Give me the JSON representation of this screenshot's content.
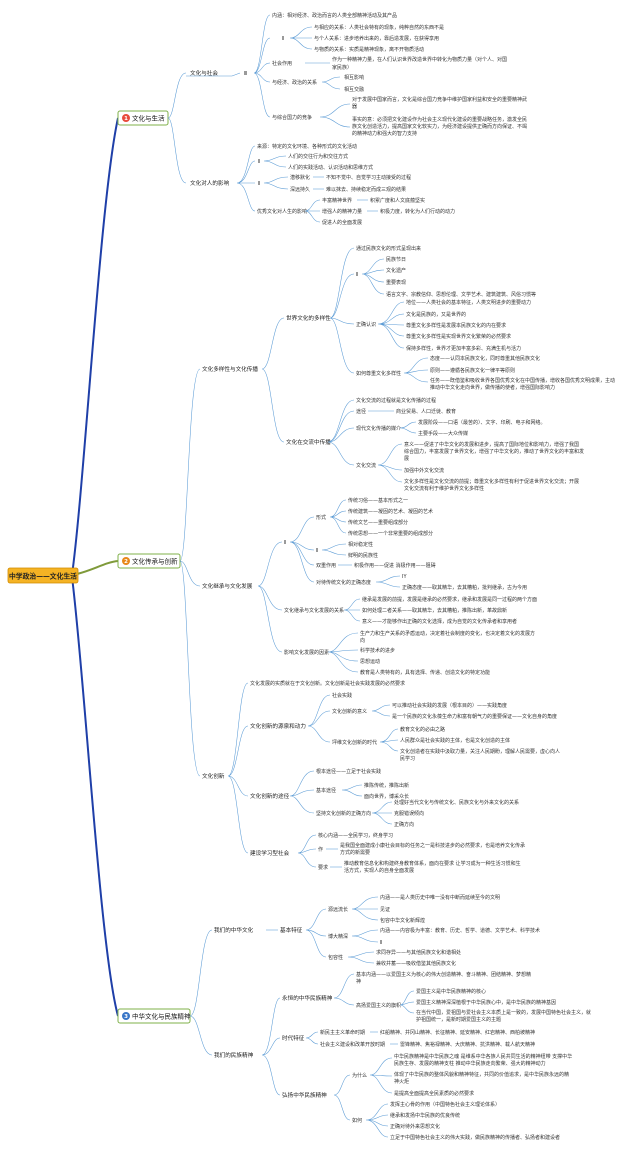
{
  "colors": {
    "root_bg": "#f5b324",
    "root_border": "#d08a00",
    "sec_border": "#7fb04a",
    "sec1_line": "#1f3fa8",
    "sec2_line": "#7f9a3a",
    "sec3_line": "#1f3fa8",
    "num1": "#e84c3d",
    "num2": "#e8891a",
    "num3": "#3a76c8",
    "branch": "#5b9bd5"
  },
  "root": {
    "label": "中学政治——文化生活"
  },
  "s1": {
    "num": "1",
    "label": "文化与生活",
    "a": {
      "label": "文化与社会",
      "b": {
        "label": "Ⅲ",
        "n1": "内涵：相对经济、政治而言的人类全部精神活动及其产品",
        "n2": {
          "label": "Ⅱ",
          "c1": "与相应的关系：人类社会特有的现象，纯粹自然的东西不是",
          "c2": "与个人关系：进步培养出来的，靠后造发展，在获得享用",
          "c3": "与物质的关系：实质是精神现象，离不开物质活动"
        },
        "n3": {
          "label": "社会作用",
          "c1": "作为一种精神力量，在人们认识世界改造世界中转化为物质力量（对个人、对国",
          "c1b": "家民族）"
        },
        "n4": {
          "label": "与经济、政治的关系",
          "c1": "相互影响",
          "c2": "相互交融"
        },
        "n5": {
          "label": "与综合国力的竞争",
          "c1": "对于发展中国家而言，文化是综合国力竞争中维护国家利益和安全的重要精神武",
          "c1b": "器",
          "c2": "事实的意：必须把文化建设作为社会主义现代化建设的重要战略任务，激发全民",
          "c2b": "族文化创造活力，提高国家文化软实力，为经济建设提供正确而方向保证、不竭",
          "c2c": "的精神动力和强大的智力支持"
        }
      }
    },
    "b": {
      "label": "文化对人的影响",
      "n1": "来源：特定的文化环境、各种形式的文化活动",
      "n2": {
        "label": "Ⅱ",
        "c1": "人们的交往行为和交往方式",
        "c2": "人们的实践活动、认识活动和思维方式"
      },
      "n3": {
        "label": "Ⅱ",
        "c1a": "潜移默化",
        "c1b": "不知不觉中、自觉学习主动接受的过程",
        "c2a": "深远持久",
        "c2b": "难以抹去、持续稳定而成三观的结果"
      },
      "n4": {
        "label": "优秀文化对人生的影响",
        "c1a": "丰富精神世界",
        "c1b": "积累广度和人文底蕴坚实",
        "c2a": "增强人的精神力量",
        "c2b": "积极力度，转化为人们行动的动力",
        "c3": "促进人的全面发展"
      }
    }
  },
  "s2": {
    "num": "2",
    "label": "文化传承与创新",
    "a": {
      "label": "文化多样性与文化传播",
      "b1": {
        "label": "世界文化的多样性",
        "n1": "通过民族文化的形式呈现出来",
        "n2": {
          "label": "Ⅱ",
          "c1": "民族节日",
          "c2": "文化遗产",
          "c3": "重要表现",
          "c4": "语言文字、宗教信仰、思想伦理、文学艺术、建筑建筑、风俗习惯等"
        },
        "n3": {
          "label": "正确认识",
          "c1": "地位——人类社会的基本特征，人类文明进步的重要动力",
          "c2": "文化是民族的，又是世界的",
          "c3": "尊重文化多样性是发展本民族文化的内在要求",
          "c4": "尊重文化多样性是实现世界文化繁荣的必然要求",
          "c5": "保持多样性，世界才更加丰富多彩、充满生机与活力"
        },
        "n4": {
          "label": "如何尊重文化多样性",
          "c1": "态度——认同本民族文化，同时尊重其他民族文化",
          "c2": "原则——遵循各民族文化一律平等原则",
          "c3": "任务——既借鉴和吸收世界各国优秀文化在中国传播，增收各国优秀文明成果，主动",
          "c3b": "推动中华文化走向世界，做传播的使者，增强国际影响力"
        }
      },
      "b2": {
        "label": "文化在交流中传播",
        "n1": "文化交流的过程就是文化传播的过程",
        "n2a": "途径",
        "n2b": "商业贸易、人口迁徙、教育",
        "n3": {
          "label": "现代文化传播的媒介",
          "c1": "发展阶段——口语（最苦的）、文字、印刷、电子和网络。",
          "c2": "主要手段——大众传媒"
        },
        "n4": {
          "label": "文化交流",
          "c1": "意义——促进了中华文化的发展和进步，提高了国际地位和影响力，增强了我国",
          "c1b": "综合国力，丰富发展了世界文化，增强了中华文化的，推动了世界文化的丰富和发",
          "c1c": "展",
          "c2": "加强中外文化交流",
          "c3": "文化多样性是文化交流的前提；尊重文化多样性有利于促进世界文化交流；开展",
          "c3b": "文化交流有利于维护世界文化多样性"
        }
      }
    },
    "b": {
      "label": "文化继承与文化发展",
      "b1": {
        "label": "Ⅱ",
        "n1": {
          "label": "形式",
          "c1": "传统习俗——基本形式之一",
          "c2": "传统建筑——凝固的艺术、凝固的艺术",
          "c3": "传统文艺——重要组成部分",
          "c4": "传统思想——一个非常重要的组成部分"
        },
        "n2": {
          "label": "Ⅱ",
          "c1": "相对稳定性",
          "c2": "鲜明的民族性"
        },
        "n3a": "双重作用",
        "n3b": "积极作用——促进 消极作用——阻碍",
        "n4": {
          "label": "对待传统文化的正确态度",
          "c1": "IY",
          "c2": "正确态度——取其精华，去其糟粕，批判继承，古为今用"
        }
      },
      "b2": {
        "label": "文化继承与文化发展的关系",
        "c1": "继承是发展的前提，发展是继承的必然要求，继承和发展是同一过程的两个方面",
        "c2": "如何处理二者关系——取其精华，去其糟粕，推陈出新，革故鼎新",
        "c3": "意义——才能够作出正确的文化选择，成为自觉的文化传承者和享用者"
      },
      "b3": {
        "label": "影响文化发展的因素",
        "c1": "生产力和生产关系的矛盾运动，决定着社会制度的变化，也决定着文化的发展方",
        "c1b": "向",
        "c2": "科学技术的进步",
        "c3": "思想运动",
        "c4": "教育是人类特有的，具有选择、传递、创造文化的特定功能"
      }
    },
    "c": {
      "label": "文化创新",
      "n0": "文化发展的实质就在于文化创新。文化创新是社会实践发展的必然要求",
      "b1": {
        "label": "文化创新的源泉和动力",
        "c1": "社会实践",
        "c2": {
          "label": "文化创新的意义",
          "d1": "可以推动社会实践的发展（根本目的）——实践角度",
          "d2": "是一个民族的文化永葆生命力和富有朝气力的重要保证——文化自身的角度"
        },
        "c3": {
          "label": "坪维文化创新的时代",
          "d1": "教育文化的必由之路",
          "d2": "人民群众是社会实践的主体，也是文化创造的主体",
          "d3": "文化创造者在实践中汲取力量，关注人民期盼，理解人民需要，虚心向人",
          "d3b": "民学习"
        }
      },
      "b2": {
        "label": "文化创新的途径",
        "c1": "根本途径——立足于社会实践",
        "c2": {
          "label": "基本途径",
          "d1": "推陈传统，推陈出新",
          "d2": "面向世界，博采众长"
        },
        "c3": {
          "label": "坚持文化创新的正确方向",
          "d1": "处理好当代文化与传统文化、民族文化与外来文化的关系",
          "d2": "克服错误倾向",
          "d3": "正确方向"
        }
      },
      "b3": {
        "label": "建设学习型社会",
        "c1": "核心内涵——全民学习，终身学习",
        "c2a": "作",
        "c2b": "是我国全面建成小康社会目标的任务之一是科技进步的必然要求，也是培养文化传承",
        "c2c": "方式的新需要",
        "c3a": "要求",
        "c3b": "推动教育信息化和构建终身教育体系，面向在要求 让学习成为一种生活习惯和生",
        "c3c": "活方式，实现人的自身全面发展"
      }
    }
  },
  "s3": {
    "num": "3",
    "label": "中华文化与民族精神",
    "a": {
      "label": "我们的中华文化",
      "b": {
        "label": "基本特征",
        "c1": {
          "label": "源远流长",
          "d1": "内涵——是人类历史中唯一没有中断而延续至今的文明",
          "d2": "见证",
          "d3": "包容中华文化新辉煌"
        },
        "c2": {
          "label": "博大精深",
          "d1": "内涵——内容极为丰富：教育、历史、哲学、道德、文学艺术、科学技术",
          "d2": "Ⅱ"
        },
        "c3": {
          "label": "包容性",
          "d1": "求同存异——与其他民族文化和谐相处",
          "d2": "兼收并蓄——吸收借鉴其他民族文化"
        }
      }
    },
    "b": {
      "label": "我们的民族精神",
      "b1": {
        "label": "永恒的中华民族精神",
        "c1": "基本内涵——以爱国主义为核心的伟大创造精神、奋斗精神、团结精神、梦想精",
        "c1b": "神",
        "c2": {
          "label": "高扬爱国主义的旗帜",
          "d1": "爱国主义是中华民族精神的核心",
          "d2": "爱国主义精神深深植根于中华民族心中，是中华民族的精神基因",
          "d3": "在当代中国，爱祖国与爱社会主义本质上是一致的，发展中国特色社会主义，就",
          "d3b": "护祖国统一，是新时期爱国主义的主题"
        }
      },
      "b2": {
        "label": "时代特征",
        "c1a": "新民主主义革命时期",
        "c1b": "红船精神、井冈山精神、长征精神、延安精神、红岩精神、西柏坡精神",
        "c2a": "社会主义建设和改革开放时期",
        "c2b": "雷锋精神、焦裕禄精神、大庆精神、抗洪精神、载人航天精神"
      },
      "b3": {
        "label": "弘扬中华民族精神",
        "c1": {
          "label": "为什么",
          "d1": "中华民族精神是中华民族之魂 是维系中华各族人民共同生活的精神纽带 支撑中华",
          "d1b": "民族生存、发展的精神支柱 推动中华民族走向繁荣、强大的精神动力",
          "d2": "体现了中华民族的整体风貌和精神特征，共同的价值追求，是中华民族永远的精",
          "d2b": "神火炬",
          "d3": "是提高全面提高全民素质的必然要求"
        },
        "c2": {
          "label": "如何",
          "d1": "发挥主心骨的作用（中国特色社会主义理论体系）",
          "d2": "继承和发扬中华民族的优良传统",
          "d3": "正确对待外来思想文化",
          "d4": "立足于中国特色社会主义的伟大实践，做民族精神的传播者、弘扬者和建设者"
        }
      }
    }
  }
}
